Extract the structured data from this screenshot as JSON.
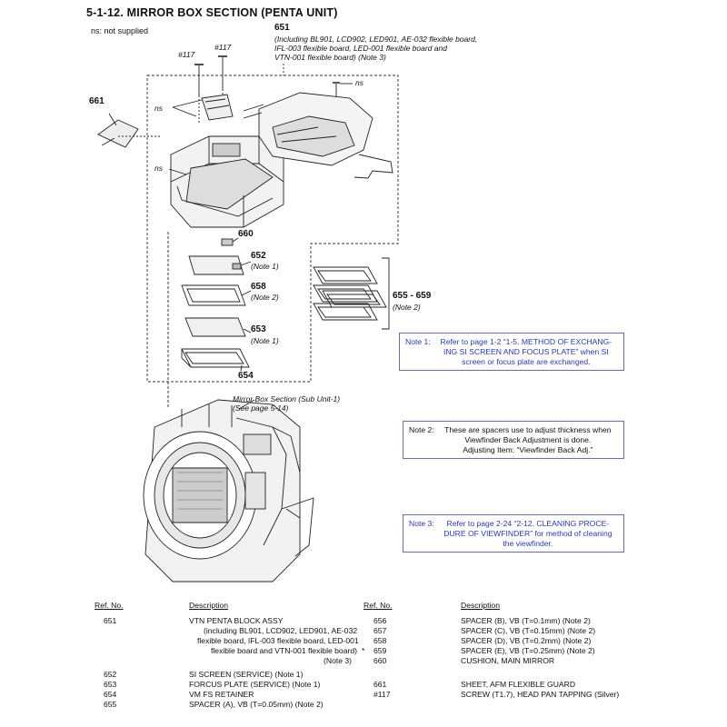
{
  "title": "5-1-12. MIRROR  BOX  SECTION (PENTA  UNIT)",
  "ns_note": "ns: not supplied",
  "diagram": {
    "label_651": "651",
    "caption_651": [
      "(Including BL901, LCD902, LED901, AE-032 flexible board,",
      "IFL-003 flexible board, LED-001 flexible board and",
      "VTN-001 flexible board) (Note 3)"
    ],
    "screw_left": "#117",
    "screw_right": "#117",
    "ns": "ns",
    "label_661": "661",
    "label_660": "660",
    "label_652": "652",
    "note_652": "(Note 1)",
    "label_658": "658",
    "note_658": "(Note 2)",
    "label_653": "653",
    "note_653": "(Note 1)",
    "label_654": "654",
    "label_655_659": "655 - 659",
    "note_655_659": "(Note 2)",
    "sub_unit_caption": [
      "Mirror Box Section (Sub Unit-1)",
      "(See page 5-14)"
    ]
  },
  "notes": {
    "note1": {
      "head": "Note 1:",
      "lines": [
        "Refer to page 1-2 “1-5. METHOD OF EXCHANG-",
        "ING SI SCREEN AND FOCUS PLATE” when SI",
        "screen or focus plate are exchanged."
      ]
    },
    "note2": {
      "head": "Note 2:",
      "lines": [
        "These are spacers use to adjust thickness when",
        "Viewfinder Back Adjustment is done.",
        "Adjusting Item: “Viewfinder Back Adj.”"
      ]
    },
    "note3": {
      "head": "Note 3:",
      "lines": [
        "Refer to page 2-24 “2-12. CLEANING PROCE-",
        "DURE OF VIEWFINDER” for method of cleaning",
        "the viewfinder."
      ]
    }
  },
  "table": {
    "headers": {
      "ref": "Ref. No.",
      "desc": "Description"
    },
    "left": [
      {
        "ref": "651",
        "lines": [
          "VTN PENTA BLOCK ASSY",
          "(including BL901, LCD902, LED901, AE-032",
          "flexible board, IFL-003 flexible board, LED-001",
          "flexible board and VTN-001 flexible board)",
          "(Note 3)"
        ]
      },
      {
        "ref": "652",
        "lines": [
          "SI SCREEN (SERVICE) (Note 1)"
        ]
      },
      {
        "ref": "653",
        "lines": [
          "FORCUS PLATE (SERVICE) (Note 1)"
        ]
      },
      {
        "ref": "654",
        "lines": [
          "VM FS RETAINER"
        ]
      },
      {
        "ref": "655",
        "lines": [
          "SPACER (A), VB (T=0.05mm) (Note 2)"
        ]
      }
    ],
    "right": [
      {
        "mark": "",
        "ref": "656",
        "desc": "SPACER (B), VB (T=0.1mm) (Note 2)"
      },
      {
        "mark": "",
        "ref": "657",
        "desc": "SPACER (C), VB (T=0.15mm) (Note 2)"
      },
      {
        "mark": "",
        "ref": "658",
        "desc": "SPACER (D), VB (T=0.2mm) (Note 2)"
      },
      {
        "mark": "*",
        "ref": "659",
        "desc": "SPACER (E), VB (T=0.25mm) (Note 2)"
      },
      {
        "mark": "",
        "ref": "660",
        "desc": "CUSHION, MAIN MIRROR"
      },
      {
        "mark": "",
        "ref": "661",
        "desc": "SHEET, AFM FLEXIBLE GUARD"
      },
      {
        "mark": "",
        "ref": "#117",
        "desc": "SCREW (T1.7), HEAD PAN TAPPING (Silver)"
      }
    ]
  },
  "colors": {
    "note_blue": "#2a3aa8",
    "box_border": "#6b6b9c"
  }
}
